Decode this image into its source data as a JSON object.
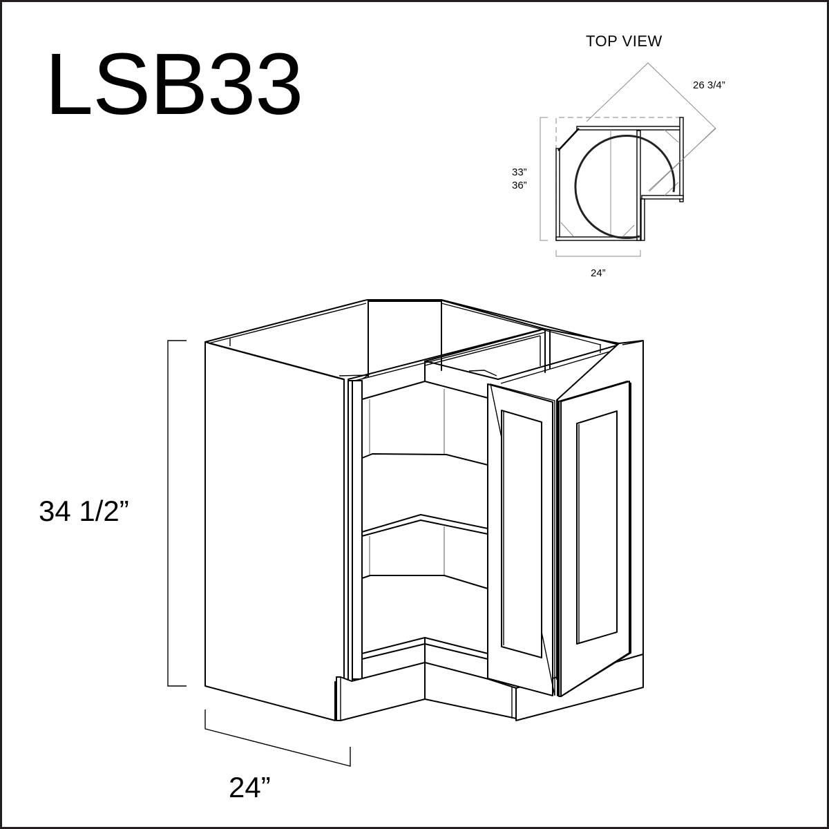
{
  "product": {
    "model_code": "LSB33",
    "description_icon": "lazy-susan-base-corner-cabinet"
  },
  "top_view": {
    "label": "TOP VIEW",
    "diagonal_dimension": "26 3/4”",
    "depth_dimension_line1": "33”",
    "depth_dimension_line2": "36”",
    "width_dimension": "24”"
  },
  "isometric_view": {
    "height_dimension": "34 1/2”",
    "depth_dimension": "24”"
  },
  "colors": {
    "line": "#000000",
    "border": "#231f20",
    "dimension_line_grey": "#9a9a9a",
    "background": "#ffffff"
  }
}
